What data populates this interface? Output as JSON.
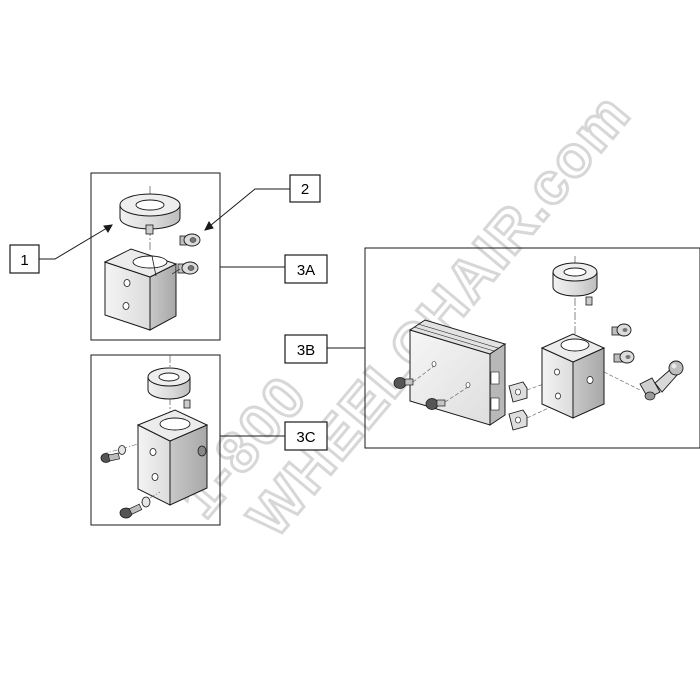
{
  "callouts": {
    "c1": "1",
    "c2": "2",
    "c3a": "3A",
    "c3b": "3B",
    "c3c": "3C"
  },
  "watermark": {
    "line1": "1-800",
    "line2": "WHEELCHAIR.com"
  },
  "colors": {
    "line": "#1a1a1a",
    "metal_light": "#eeeeee",
    "metal_mid": "#d6d6d6",
    "metal_dark": "#b4b4b4",
    "watermark": "#d9d9d9"
  }
}
